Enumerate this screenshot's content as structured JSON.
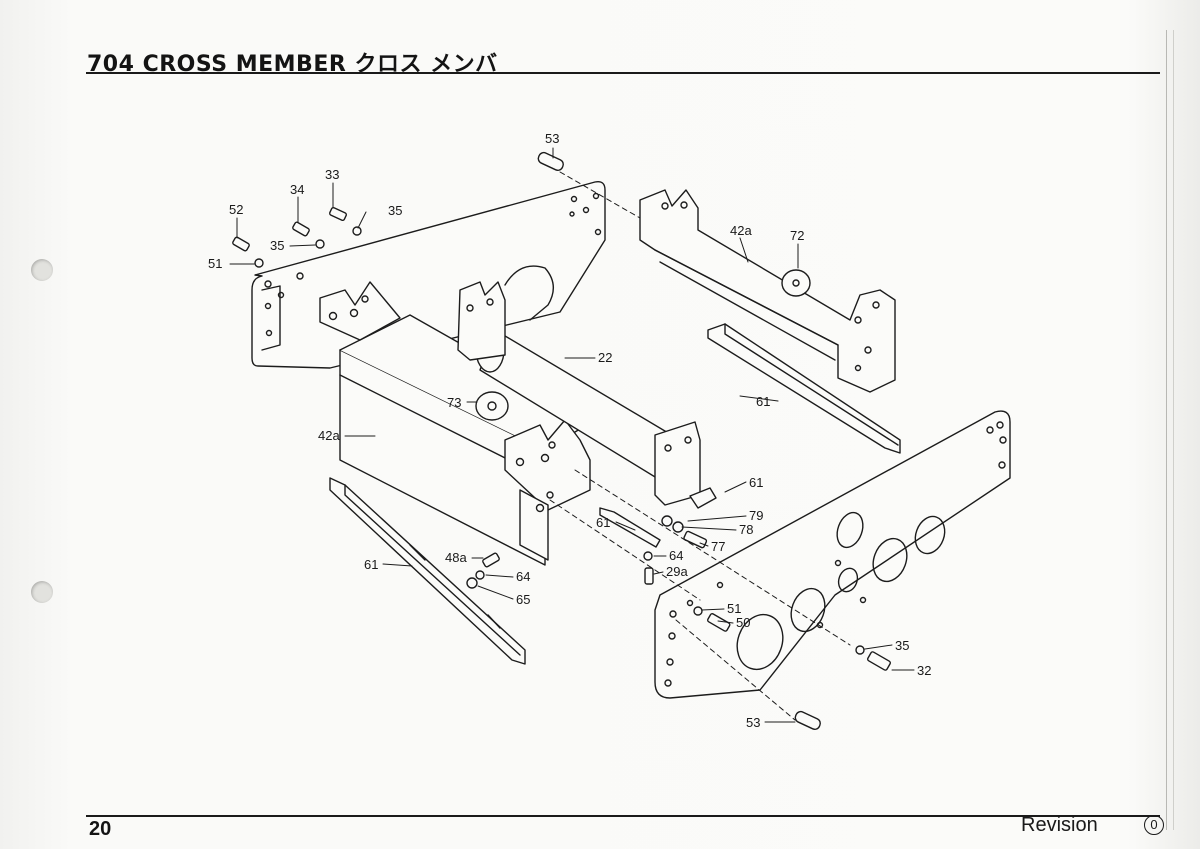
{
  "header": {
    "title": "704 CROSS MEMBER クロス メンバ"
  },
  "footer": {
    "page_number": "20",
    "revision_label": "Revision",
    "revision_number": "0"
  },
  "callouts": {
    "c53_top": "53",
    "c33": "33",
    "c34": "34",
    "c35_a": "35",
    "c52": "52",
    "c35_b": "35",
    "c51_a": "51",
    "c42a_right": "42a",
    "c72": "72",
    "c22": "22",
    "c73": "73",
    "c42a_left": "42a",
    "c61_upper": "61",
    "c61_mid": "61",
    "c79": "79",
    "c61_center": "61",
    "c78": "78",
    "c77": "77",
    "c64_a": "64",
    "c29a": "29a",
    "c48a": "48a",
    "c64_b": "64",
    "c61_left": "61",
    "c65": "65",
    "c51_b": "51",
    "c50": "50",
    "c35_c": "35",
    "c32": "32",
    "c53_bottom": "53"
  }
}
